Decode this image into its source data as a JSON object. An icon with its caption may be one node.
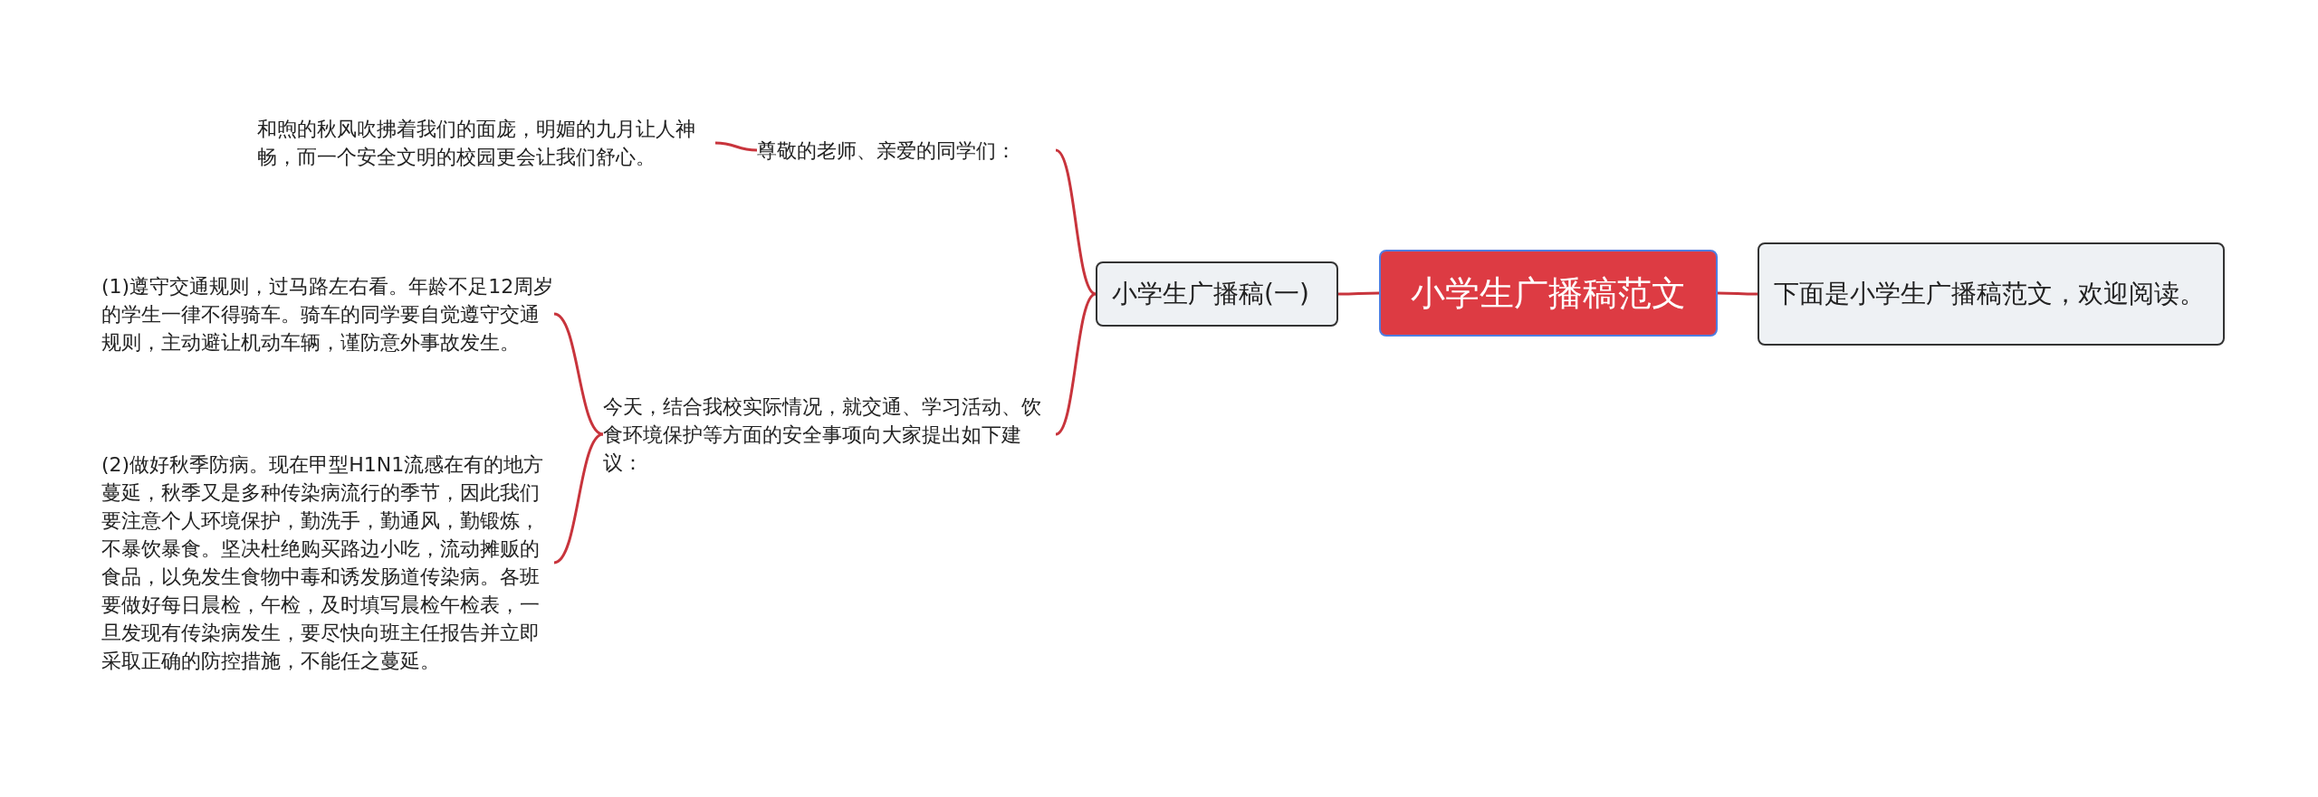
{
  "diagram": {
    "nodes": [
      {
        "text": [
          "小学生广播稿范文"
        ]
      },
      {
        "text": [
          "下面是小学生广播稿范文，欢迎阅读。"
        ]
      },
      {
        "text": [
          "小学生广播稿(一)"
        ]
      },
      {
        "text": [
          "尊敬的老师、亲爱的同学们："
        ]
      },
      {
        "text": [
          "和煦的秋风吹拂着我们的面庞，明媚的九月让人神畅，而一个安全文明的校园更会让我们舒心。"
        ]
      },
      {
        "text": [
          "今天，结合我校实际情况，就交通、学习活动、饮食环境保护等方面的安全事项向大家提出如下建议："
        ]
      },
      {
        "text": [
          "(1)遵守交通规则，过马路左右看。年龄不足12周岁的学生一律不得骑车。骑车的同学要自觉遵守交通规则，主动避让机动车辆，谨防意外事故发生。"
        ]
      },
      {
        "text": [
          "(2)做好秋季防病。现在甲型H1N1流感在有的地方蔓延，秋季又是多种传染病流行的季节，因此我们要注意个人环境保护，勤洗手，勤通风，勤锻炼，不暴饮暴食。坚决杜绝购买路边小吃，流动摊贩的食品，以免发生食物中毒和诱发肠道传染病。各班要做好每日晨检，午检，及时填写晨检午检表，一旦发现有传染病发生，要尽快向班主任报告并立即采取正确的防控措施，不能任之蔓延。"
        ]
      }
    ],
    "edges": [
      {
        "from": 0,
        "to": 1,
        "arrow": "none"
      },
      {
        "from": 0,
        "to": 2,
        "arrow": "none"
      },
      {
        "from": 2,
        "to": 3,
        "arrow": "none"
      },
      {
        "from": 3,
        "to": 4,
        "arrow": "none"
      },
      {
        "from": 2,
        "to": 5,
        "arrow": "none"
      },
      {
        "from": 5,
        "to": 6,
        "arrow": "none"
      },
      {
        "from": 5,
        "to": 7,
        "arrow": "none"
      }
    ]
  }
}
